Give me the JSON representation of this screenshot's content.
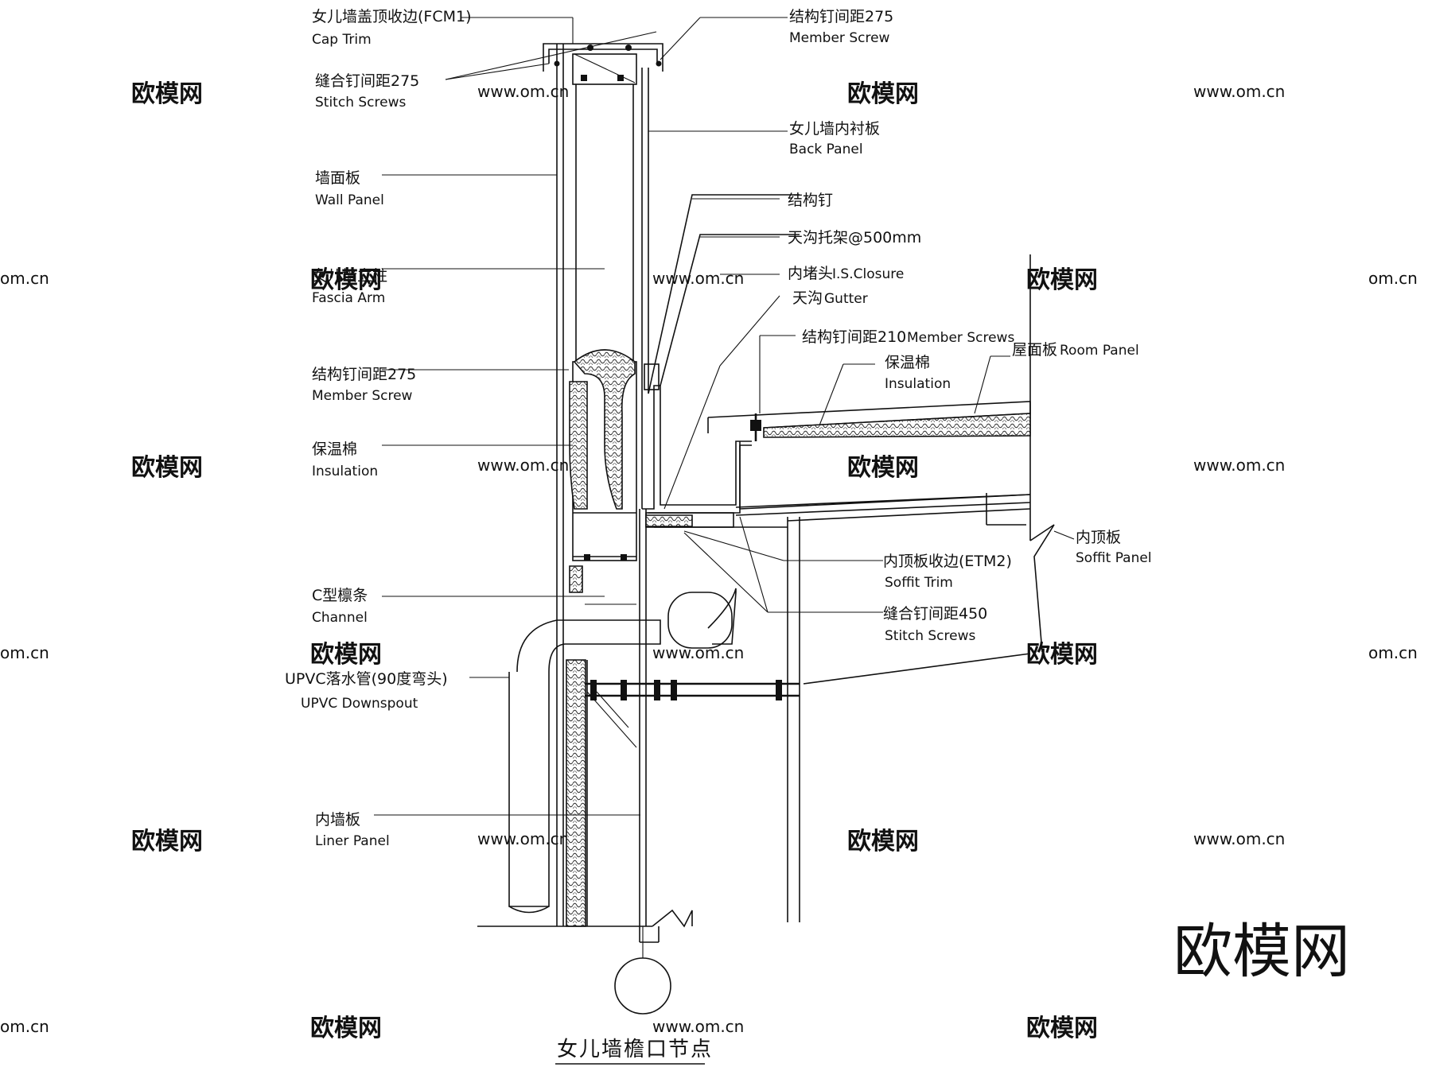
{
  "title": "女儿墙檐口节点",
  "logo": "欧模网",
  "watermark_text": "欧模网",
  "watermark_url": "www.om.cn",
  "watermark_fragment": "om.cn",
  "labels": {
    "cap_trim": {
      "zh": "女儿墙盖顶收边(FCM1)",
      "en": "Cap Trim"
    },
    "stitch_screws_top": {
      "zh": "缝合钉间距275",
      "en": "Stitch Screws"
    },
    "wall_panel": {
      "zh": "墙面板",
      "en": "Wall Panel"
    },
    "fascia_arm": {
      "zh": "女儿墙立柱",
      "en": "Fascia Arm"
    },
    "member_screw_left": {
      "zh": "结构钉间距275",
      "en": "Member Screw"
    },
    "insulation_left": {
      "zh": "保温棉",
      "en": "Insulation"
    },
    "channel": {
      "zh": "C型檩条",
      "en": "Channel"
    },
    "downspout": {
      "zh": "UPVC落水管(90度弯头)",
      "en": "UPVC Downspout"
    },
    "liner_panel": {
      "zh": "内墙板",
      "en": "Liner Panel"
    },
    "member_screw_top": {
      "zh": "结构钉间距275",
      "en": "Member Screw"
    },
    "back_panel": {
      "zh": "女儿墙内衬板",
      "en": "Back Panel"
    },
    "structural_screw": {
      "zh": "结构钉"
    },
    "gutter_bracket": {
      "zh": "天沟托架@500mm"
    },
    "is_closure": {
      "zh": "内堵头",
      "en": "I.S.Closure"
    },
    "gutter": {
      "zh": "天沟",
      "en": "Gutter"
    },
    "member_screws_210": {
      "zh": "结构钉间距210",
      "en": "Member Screws"
    },
    "insulation_right": {
      "zh": "保温棉",
      "en": "Insulation"
    },
    "roof_panel": {
      "zh": "屋面板",
      "en": "Room Panel"
    },
    "soffit_panel": {
      "zh": "内顶板",
      "en": "Soffit Panel"
    },
    "soffit_trim": {
      "zh": "内顶板收边(ETM2)",
      "en": "Soffit Trim"
    },
    "stitch_screws_450": {
      "zh": "缝合钉间距450",
      "en": "Stitch Screws"
    }
  }
}
